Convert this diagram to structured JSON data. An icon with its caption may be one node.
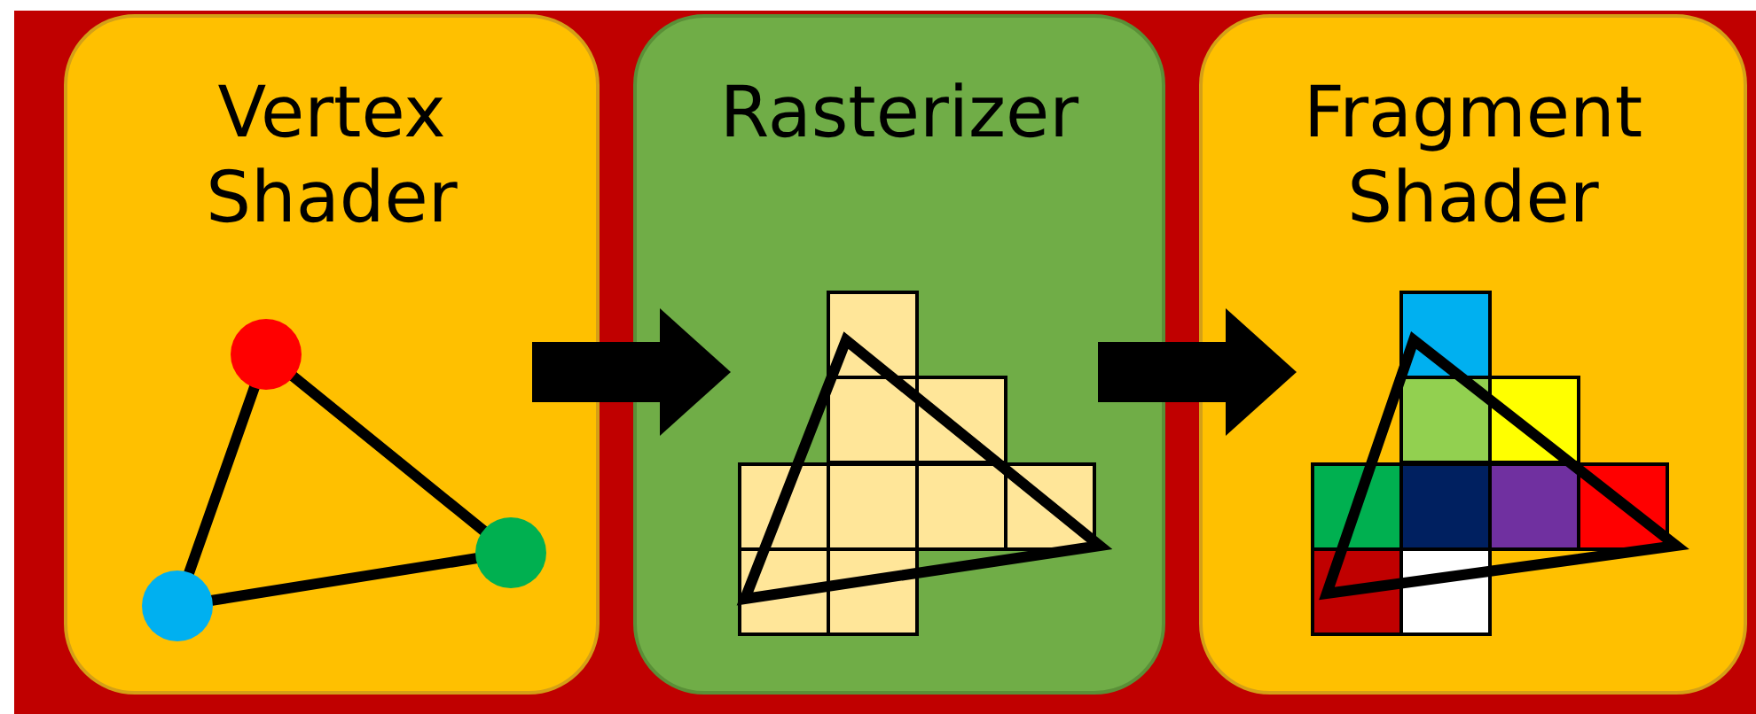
{
  "diagram": {
    "nodes": [
      {
        "text": [
          "Vertex Shader"
        ]
      },
      {
        "text": [
          "Rasterizer"
        ]
      },
      {
        "text": [
          "Fragment Shader"
        ]
      }
    ],
    "edges": [
      {
        "from": 0,
        "to": 1,
        "arrow": "to"
      },
      {
        "from": 1,
        "to": 2,
        "arrow": "to"
      }
    ]
  }
}
